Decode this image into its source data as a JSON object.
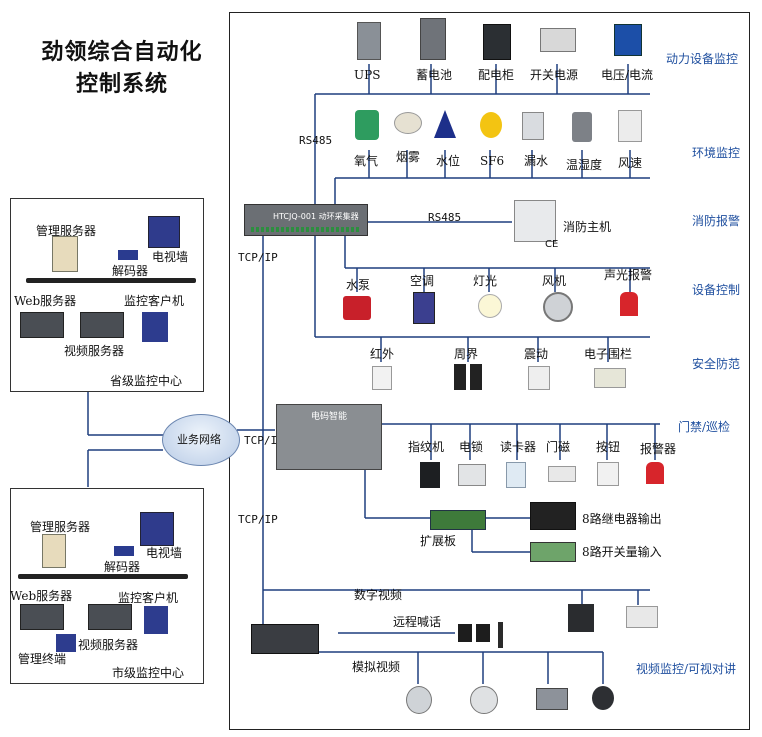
{
  "title": {
    "line1": "劲领综合自动化",
    "line2": "控制系统"
  },
  "sections": {
    "power": "动力设备监控",
    "env": "环境监控",
    "fire": "消防报警",
    "equip": "设备控制",
    "security": "安全防范",
    "access": "门禁/巡检",
    "video": "视频监控/可视对讲"
  },
  "power_devices": [
    "UPS",
    "蓄电池",
    "配电柜",
    "开关电源",
    "电压/电流"
  ],
  "env_devices": [
    "氧气",
    "烟雾",
    "水位",
    "SF6",
    "漏水",
    "温湿度",
    "风速"
  ],
  "collector_label": "HTCJQ-001 动环采集器",
  "rs485_top": "RS485",
  "rs485_fire": "RS485",
  "fire_host": "消防主机",
  "ce_mark": "CE",
  "equip_devices": [
    "水泵",
    "空调",
    "灯光",
    "风机",
    "声光报警"
  ],
  "security_devices": [
    "红外",
    "周界",
    "震动",
    "电子围栏"
  ],
  "access_devices": [
    "指纹机",
    "电锁",
    "读卡器",
    "门磁",
    "按钮",
    "报警器"
  ],
  "access_panel_label": "电码智能",
  "expansion": "扩展板",
  "relay_out": "8路继电器输出",
  "switch_in": "8路开关量输入",
  "video": {
    "digital": "数字视频",
    "analog": "模拟视频",
    "intercom": "远程喊话"
  },
  "tcpip": {
    "a": "TCP/IP",
    "b": "TCP/IP",
    "c": "TCP/IP"
  },
  "network": "业务网络",
  "provincial": {
    "mgmt_server": "管理服务器",
    "video_wall": "电视墙",
    "decoder": "解码器",
    "web_server": "Web服务器",
    "monitor_client": "监控客户机",
    "video_server": "视频服务器",
    "center": "省级监控中心"
  },
  "city": {
    "mgmt_server": "管理服务器",
    "video_wall": "电视墙",
    "decoder": "解码器",
    "web_server": "Web服务器",
    "monitor_client": "监控客户机",
    "video_server": "视频服务器",
    "mgmt_terminal": "管理终端",
    "center": "市级监控中心"
  }
}
